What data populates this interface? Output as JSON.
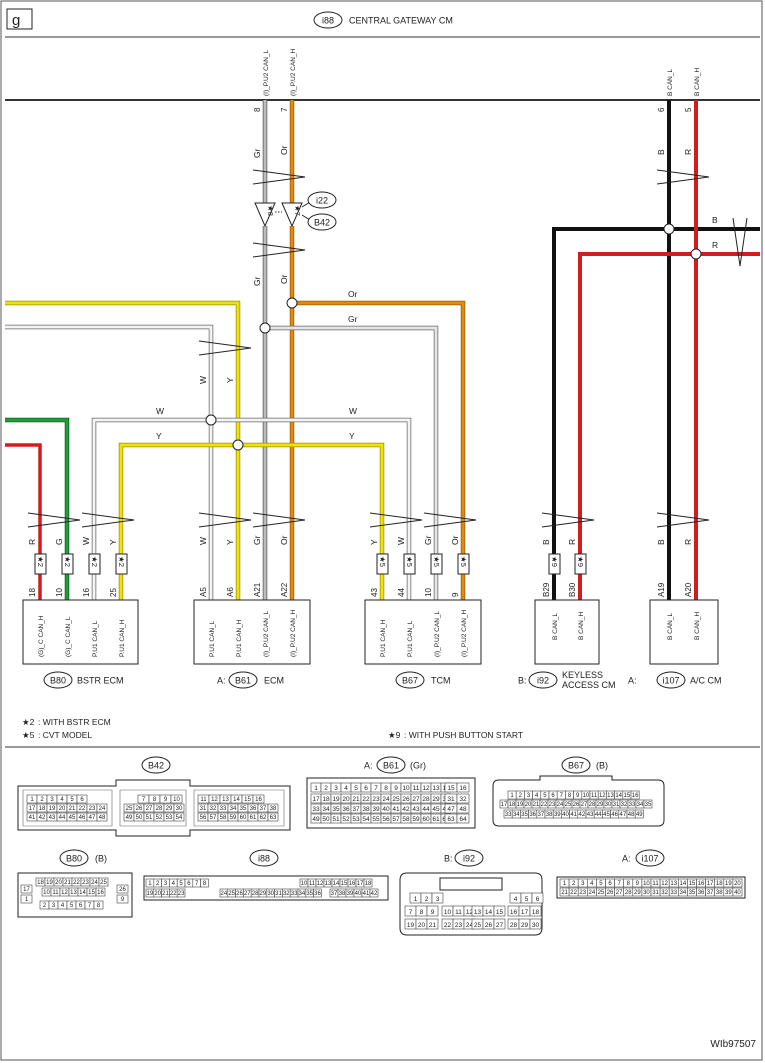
{
  "page": {
    "letter": "g",
    "figure_id": "WIb97507"
  },
  "header": {
    "connector_id": "i88",
    "title": "CENTRAL GATEWAY CM"
  },
  "gateway_pins": [
    {
      "pin": "8",
      "label": "(I)_P.U2 CAN_L"
    },
    {
      "pin": "7",
      "label": "(I)_P.U2 CAN_H"
    },
    {
      "pin": "6",
      "label": "B CAN_L"
    },
    {
      "pin": "5",
      "label": "B CAN_H"
    }
  ],
  "colors": {
    "Gr": "#b4b4b4",
    "Or": "#e08a12",
    "B": "#111111",
    "R": "#d01e1e",
    "Y": "#f0e010",
    "W": "#cfcfcf",
    "G": "#1f9e3a"
  },
  "wire_labels": {
    "gr": "Gr",
    "or": "Or",
    "b": "B",
    "r": "R",
    "w": "W",
    "y": "Y",
    "g": "G"
  },
  "joint_connectors": {
    "i22": "i22",
    "b42": "B42",
    "star8": "★8",
    "star7": "★7"
  },
  "bottom_ecus": [
    {
      "key": "bstr",
      "prefix": "",
      "connector": "B80",
      "name": "BSTR ECM",
      "pins": [
        {
          "pin": "18",
          "label": "(G)_C CAN_H",
          "wire": "R",
          "star": "★2"
        },
        {
          "pin": "10",
          "label": "(G)_C CAN_L",
          "wire": "G",
          "star": "★2"
        },
        {
          "pin": "16",
          "label": "P.U1 CAN_L",
          "wire": "W",
          "star": "★2"
        },
        {
          "pin": "25",
          "label": "P.U1 CAN_H",
          "wire": "Y",
          "star": "★2"
        }
      ]
    },
    {
      "key": "ecm",
      "prefix": "A:",
      "connector": "B61",
      "name": "ECM",
      "pins": [
        {
          "pin": "A5",
          "label": "P.U1 CAN_L",
          "wire": "W",
          "star": ""
        },
        {
          "pin": "A6",
          "label": "P.U1 CAN_H",
          "wire": "Y",
          "star": ""
        },
        {
          "pin": "A21",
          "label": "(I)_P.U2 CAN_L",
          "wire": "Gr",
          "star": ""
        },
        {
          "pin": "A22",
          "label": "(I)_P.U2 CAN_H",
          "wire": "Or",
          "star": ""
        }
      ]
    },
    {
      "key": "tcm",
      "prefix": "",
      "connector": "B67",
      "name": "TCM",
      "pins": [
        {
          "pin": "43",
          "label": "P.U1 CAN_H",
          "wire": "Y",
          "star": "★5"
        },
        {
          "pin": "44",
          "label": "P.U1 CAN_L",
          "wire": "W",
          "star": "★5"
        },
        {
          "pin": "10",
          "label": "(I)_P.U2 CAN_L",
          "wire": "Gr",
          "star": "★5"
        },
        {
          "pin": "9",
          "label": "(I)_P.U2 CAN_H",
          "wire": "Or",
          "star": "★5"
        }
      ]
    },
    {
      "key": "keyless",
      "prefix": "B:",
      "connector": "i92",
      "name": "KEYLESS ACCESS CM",
      "pins": [
        {
          "pin": "B29",
          "label": "B CAN_L",
          "wire": "B",
          "star": "★9"
        },
        {
          "pin": "B30",
          "label": "B CAN_H",
          "wire": "R",
          "star": "★9"
        }
      ]
    },
    {
      "key": "ac",
      "prefix": "A:",
      "connector": "i107",
      "name": "A/C CM",
      "pins": [
        {
          "pin": "A19",
          "label": "B CAN_L",
          "wire": "B",
          "star": ""
        },
        {
          "pin": "A20",
          "label": "B CAN_H",
          "wire": "R",
          "star": ""
        }
      ]
    }
  ],
  "notes": [
    {
      "mark": "★2",
      "text": ": WITH BSTR ECM"
    },
    {
      "mark": "★5",
      "text": ": CVT MODEL"
    },
    {
      "mark": "★9",
      "text": ": WITH PUSH BUTTON START"
    }
  ],
  "connector_views": {
    "b42": {
      "name": "B42",
      "suffix": ""
    },
    "b61": {
      "prefix": "A:",
      "name": "B61",
      "suffix": "(Gr)"
    },
    "b67": {
      "name": "B67",
      "suffix": "(B)"
    },
    "b80": {
      "name": "B80",
      "suffix": "(B)"
    },
    "i88": {
      "name": "i88",
      "suffix": ""
    },
    "i92": {
      "prefix": "B:",
      "name": "i92",
      "suffix": ""
    },
    "i107": {
      "prefix": "A:",
      "name": "i107",
      "suffix": ""
    }
  }
}
